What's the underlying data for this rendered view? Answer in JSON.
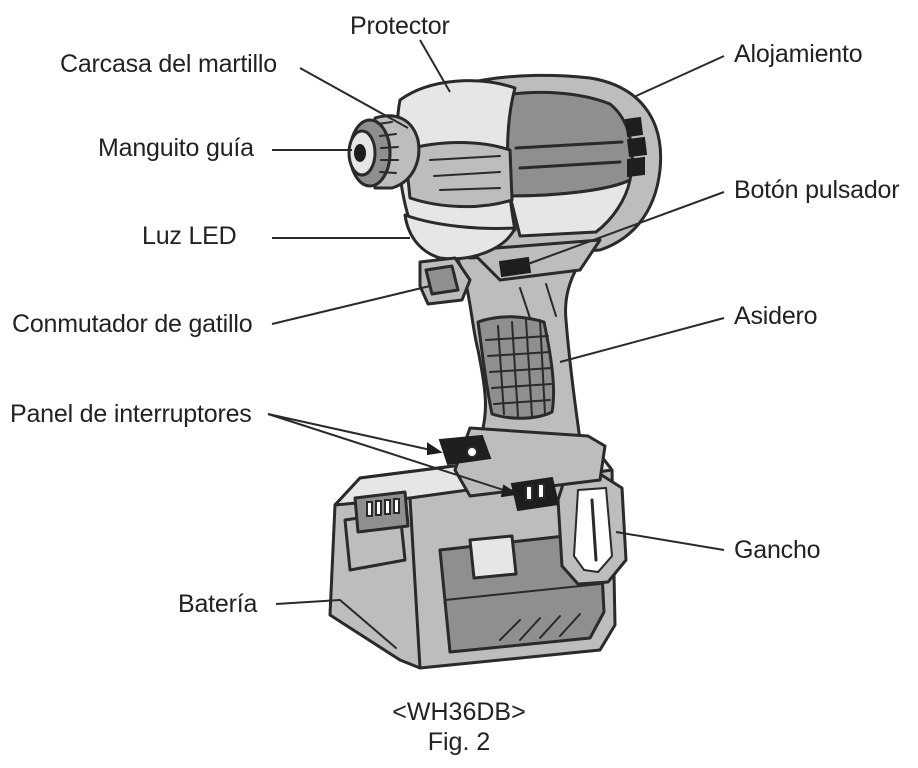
{
  "labels": {
    "protector": "Protector",
    "carcasa_martillo": "Carcasa del martillo",
    "alojamiento": "Alojamiento",
    "manguito_guia": "Manguito guía",
    "boton_pulsador": "Botón pulsador",
    "luz_led": "Luz LED",
    "asidero": "Asidero",
    "conmutador_gatillo": "Conmutador de gatillo",
    "panel_interruptores": "Panel de interruptores",
    "gancho": "Gancho",
    "bateria": "Batería"
  },
  "caption": {
    "model": "<WH36DB>",
    "figure": "Fig. 2"
  },
  "colors": {
    "body": "#bdbdbd",
    "dark_panel": "#8f8f8f",
    "light_panel": "#e6e6e6",
    "line": "#2a2a2a"
  }
}
